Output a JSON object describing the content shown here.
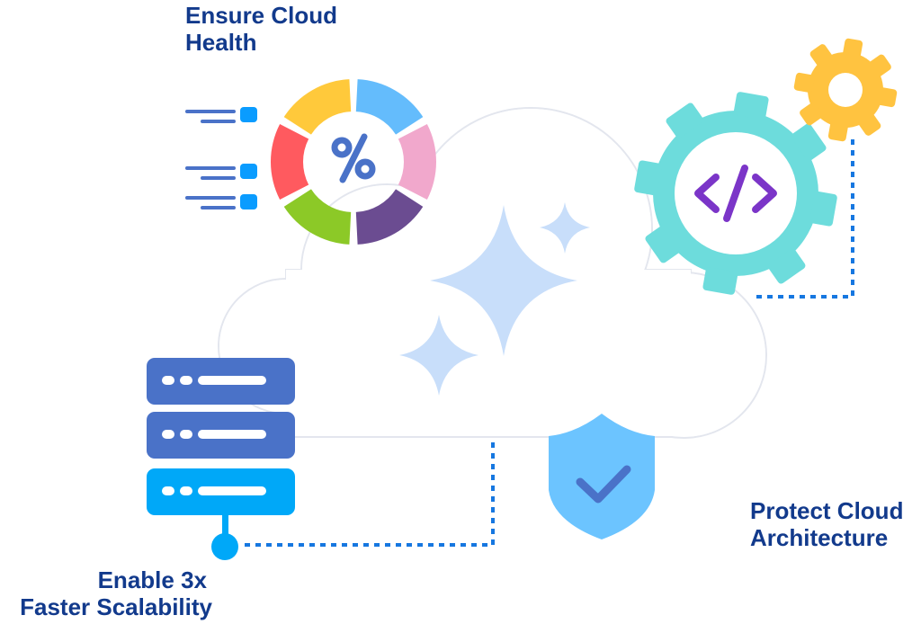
{
  "labels": {
    "health": [
      "Ensure Cloud",
      "Health"
    ],
    "protect": [
      "Protect Cloud",
      "Architecture"
    ],
    "scale": [
      "Enable 3x",
      "Faster Scalability"
    ]
  },
  "icons": [
    "cloud-icon",
    "donut-chart-icon",
    "percent-icon",
    "gear-code-icon",
    "gear-icon",
    "shield-check-icon",
    "server-stack-icon",
    "sparkle-icon"
  ],
  "colors": {
    "label": "#123a8c",
    "server_dark": "#4a72c8",
    "server_light": "#00a8f8",
    "teal_gear": "#6ddcdc",
    "yellow_gear": "#ffc340",
    "shield": "#6cc4ff",
    "sparkle": "#c8defa",
    "dotted": "#1677e0"
  }
}
